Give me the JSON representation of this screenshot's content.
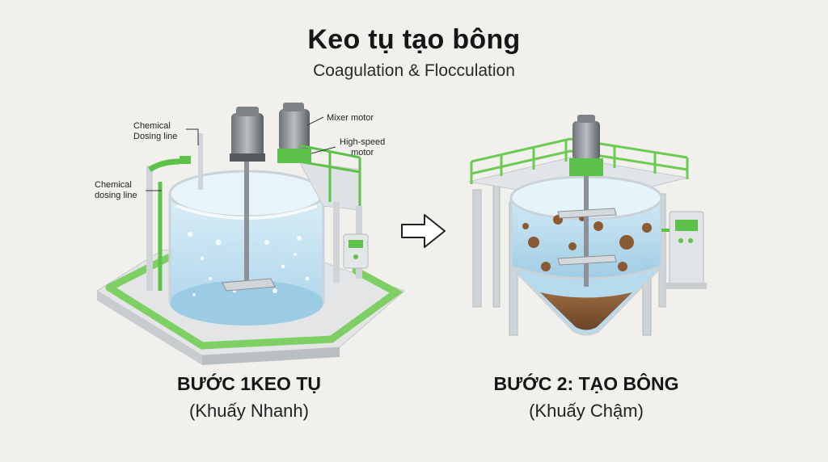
{
  "header": {
    "title": "Keo tụ tạo bông",
    "subtitle": "Coagulation & Flocculation"
  },
  "step1": {
    "title": "BƯỚC 1KEO TỤ",
    "subtitle": "(Khuấy Nhanh)",
    "callouts": {
      "dosing_line_upper": "Chemical\nDosing line",
      "dosing_line_lower": "Chemical\ndosing line",
      "mixer_motor": "Mixer motor",
      "high_speed_motor": "High-speed\nmotor"
    }
  },
  "step2": {
    "title": "BƯỚC 2: TẠO BÔNG",
    "subtitle": "(Khuấy Chậm)"
  },
  "colors": {
    "accent_green": "#5cc24a",
    "water_blue": "#bfe3f4",
    "steel": "#cfd4d8",
    "floc_brown": "#8a5a33",
    "background": "#f1f0ec"
  }
}
